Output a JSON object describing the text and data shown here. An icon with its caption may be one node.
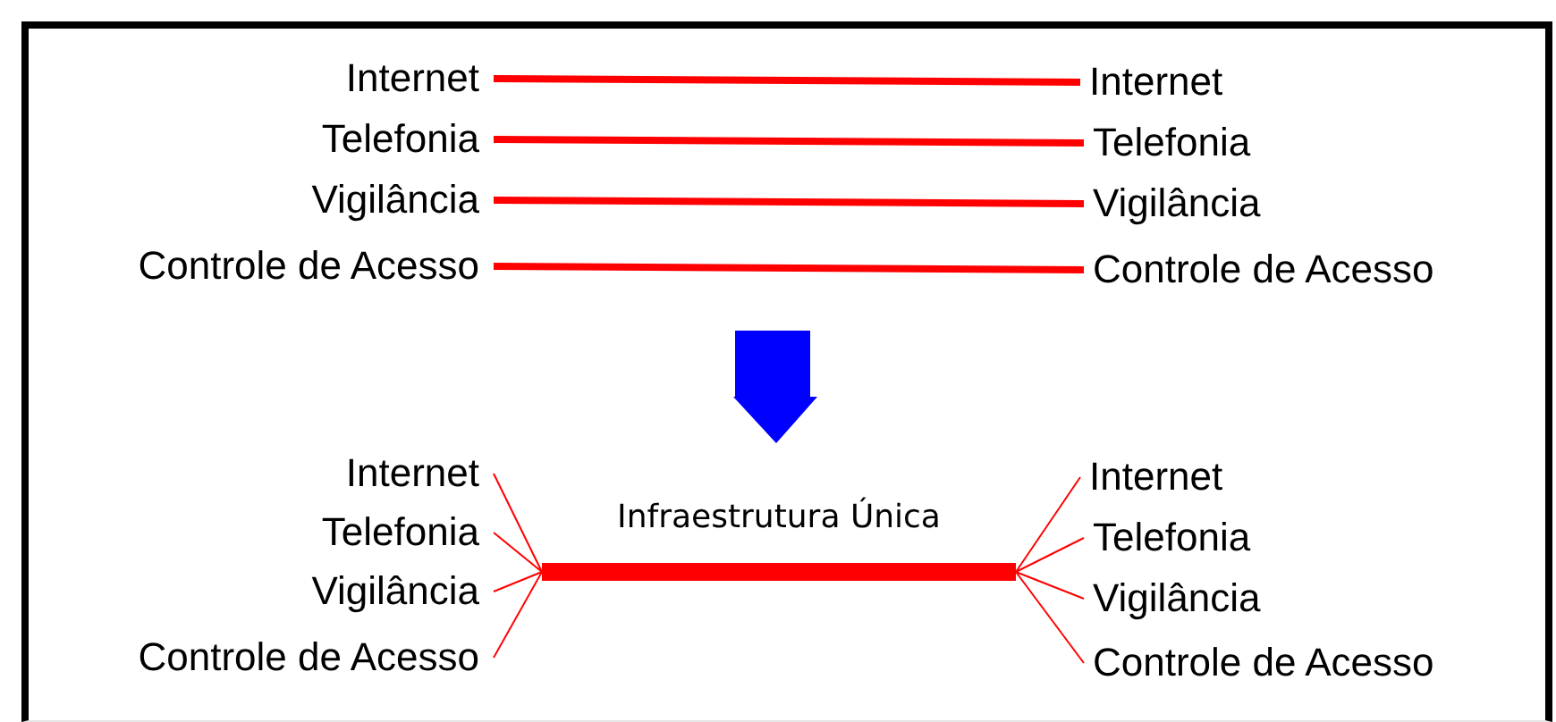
{
  "diagram": {
    "nodes": [
      {
        "text": [
          "Internet"
        ]
      },
      {
        "text": [
          "Telefonia"
        ]
      },
      {
        "text": [
          "Vigilância"
        ]
      },
      {
        "text": [
          "Controle de Acesso"
        ]
      },
      {
        "text": [
          "Internet"
        ]
      },
      {
        "text": [
          "Telefonia"
        ]
      },
      {
        "text": [
          "Vigilância"
        ]
      },
      {
        "text": [
          "Controle de Acesso"
        ]
      },
      {
        "text": [
          "Internet"
        ]
      },
      {
        "text": [
          "Telefonia"
        ]
      },
      {
        "text": [
          "Vigilância"
        ]
      },
      {
        "text": [
          "Controle de Acesso"
        ]
      },
      {
        "text": [
          "Infraestrutura Única"
        ]
      },
      {
        "text": [
          "Internet"
        ]
      },
      {
        "text": [
          "Telefonia"
        ]
      },
      {
        "text": [
          "Vigilância"
        ]
      },
      {
        "text": [
          "Controle de Acesso"
        ]
      }
    ],
    "edges": [
      {
        "from": 0,
        "to": 4,
        "arrow": "none",
        "style": "thick"
      },
      {
        "from": 1,
        "to": 5,
        "arrow": "none",
        "style": "thick"
      },
      {
        "from": 2,
        "to": 6,
        "arrow": "none",
        "style": "thick"
      },
      {
        "from": 3,
        "to": 7,
        "arrow": "none",
        "style": "thick"
      },
      {
        "from": 8,
        "to": 12,
        "arrow": "none"
      },
      {
        "from": 9,
        "to": 12,
        "arrow": "none"
      },
      {
        "from": 10,
        "to": 12,
        "arrow": "none"
      },
      {
        "from": 11,
        "to": 12,
        "arrow": "none"
      },
      {
        "from": 12,
        "to": 13,
        "arrow": "none"
      },
      {
        "from": 12,
        "to": 14,
        "arrow": "none"
      },
      {
        "from": 12,
        "to": 15,
        "arrow": "none"
      },
      {
        "from": 12,
        "to": 16,
        "arrow": "none"
      }
    ]
  }
}
